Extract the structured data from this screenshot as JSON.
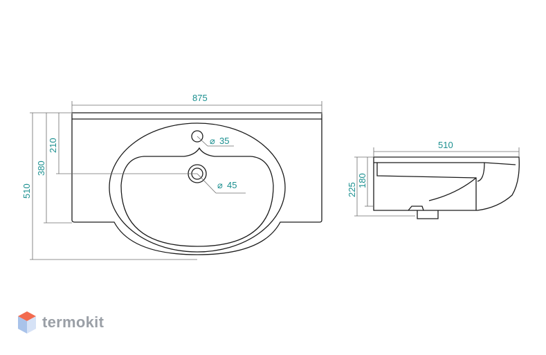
{
  "front_view": {
    "dims": {
      "width": "875",
      "depth": "510",
      "tap_to_rear": "380",
      "tap_offset": "210",
      "tap_hole": "35",
      "drain_hole": "45"
    }
  },
  "side_view": {
    "dims": {
      "depth": "510",
      "height": "225",
      "bowl_height": "180"
    }
  },
  "logo": {
    "text": "termokit"
  },
  "colors": {
    "dimension_text": "#1a8f8f",
    "outline": "#1a1a1a",
    "logo_text": "#9a9fa6"
  },
  "symbols": {
    "diameter": "⌀"
  }
}
